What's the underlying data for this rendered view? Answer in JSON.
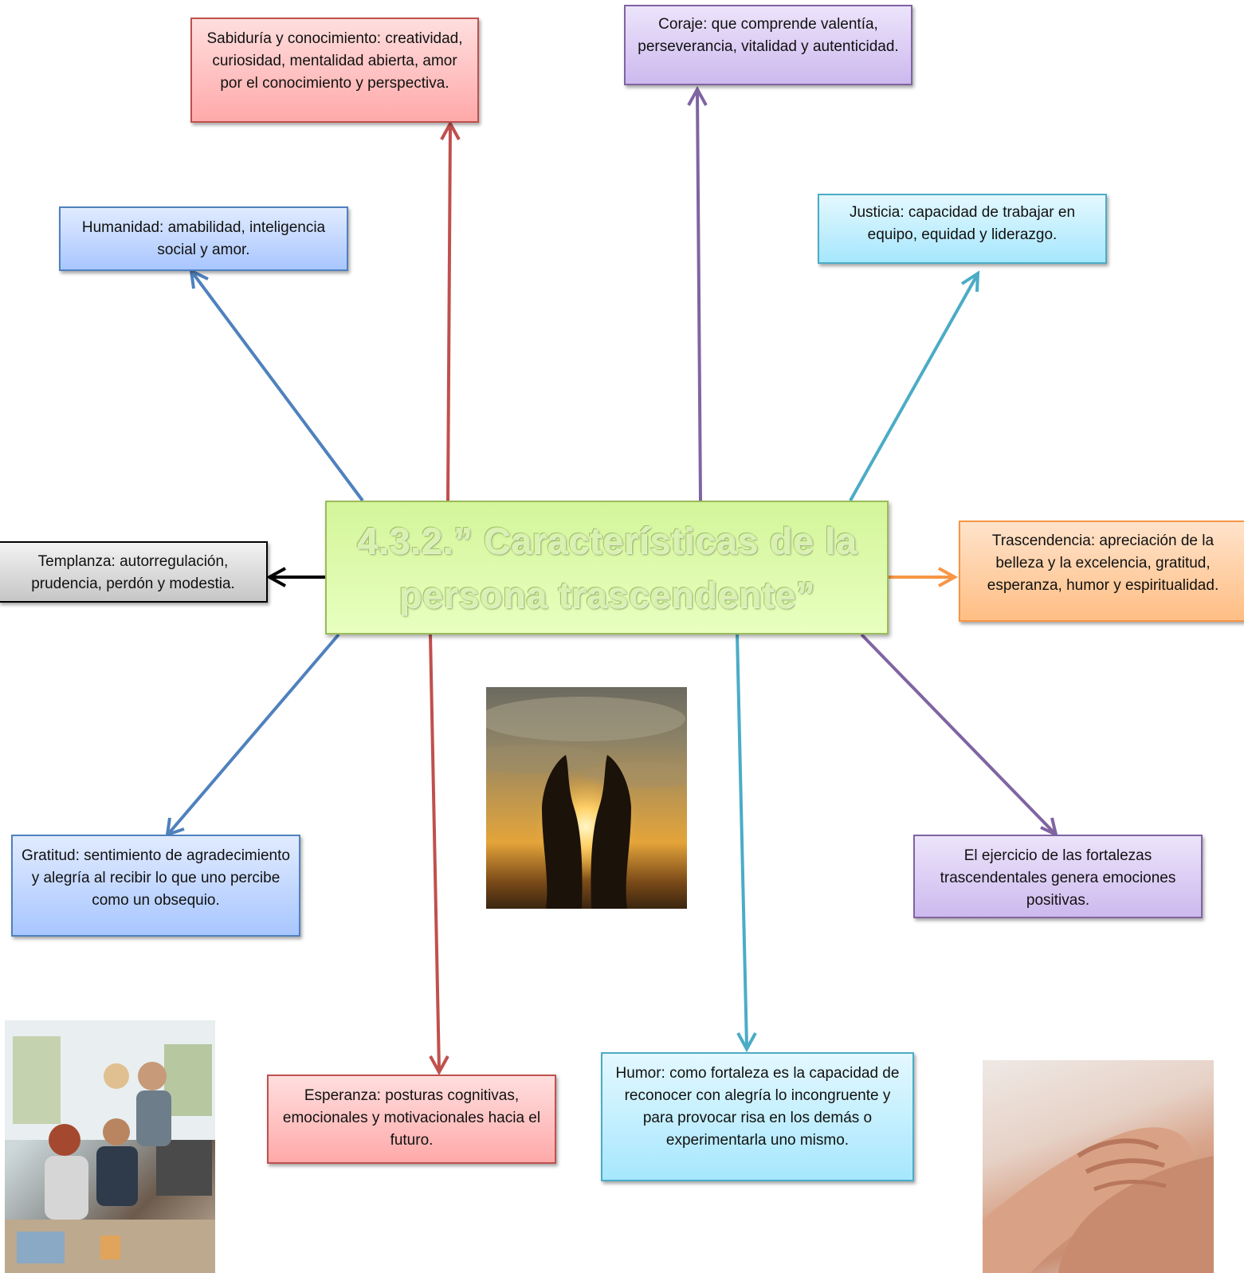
{
  "center": {
    "title": "4.3.2.” Características  de la persona trascendente”"
  },
  "nodes": {
    "sabiduria": "Sabiduría y conocimiento: creatividad, curiosidad, mentalidad abierta, amor por el conocimiento y perspectiva.",
    "coraje": "Coraje: que comprende valentía, perseverancia, vitalidad y autenticidad.",
    "humanidad": "Humanidad: amabilidad, inteligencia social y amor.",
    "justicia": "Justicia: capacidad de trabajar en equipo, equidad y liderazgo.",
    "templanza": "Templanza: autorregulación, prudencia, perdón y modestia.",
    "trascendencia": "Trascendencia: apreciación de la belleza y la excelencia, gratitud, esperanza, humor y espiritualidad.",
    "gratitud": "Gratitud: sentimiento de agradecimiento y alegría al recibir lo que uno percibe como un obsequio.",
    "ejercicio": "El ejercicio de las fortalezas trascendentales genera emociones positivas.",
    "esperanza": "Esperanza: posturas cognitivas, emocionales y motivacionales hacia el futuro.",
    "humor": "Humor: como fortaleza es la capacidad de reconocer con alegría lo incongruente y para provocar risa en los demás o experimentarla uno mismo."
  },
  "colors": {
    "red": "#c0504d",
    "purple": "#8064a2",
    "blue": "#4f81bd",
    "cyan": "#4bacc6",
    "black": "#000000",
    "orange": "#f79646",
    "center_fill": "#d4f59a"
  },
  "images": [
    "photo-open-hands-sunset",
    "photo-office-team",
    "photo-holding-hands"
  ]
}
